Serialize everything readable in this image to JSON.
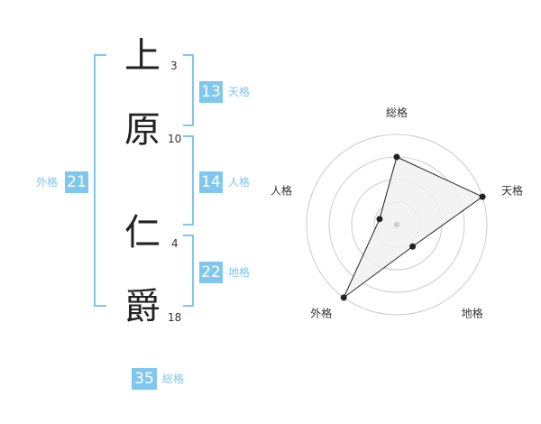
{
  "name_chars": [
    {
      "char": "上",
      "strokes": "3"
    },
    {
      "char": "原",
      "strokes": "10"
    },
    {
      "char": "仁",
      "strokes": "4"
    },
    {
      "char": "爵",
      "strokes": "18"
    }
  ],
  "ten_kaku": {
    "value": "13",
    "label": "天格"
  },
  "jin_kaku": {
    "value": "14",
    "label": "人格"
  },
  "chi_kaku": {
    "value": "22",
    "label": "地格"
  },
  "gai_kaku": {
    "value": "21",
    "label": "外格"
  },
  "so_kaku": {
    "value": "35",
    "label": "総格"
  },
  "chart_data": {
    "type": "radar",
    "axes": [
      "総格",
      "天格",
      "地格",
      "外格",
      "人格"
    ],
    "values": [
      0.75,
      1.0,
      0.3,
      1.0,
      0.2
    ],
    "rings": 4,
    "colors": {
      "line": "#222222",
      "fill": "#f0f0f0",
      "ring": "#cccccc",
      "center": "#cccccc"
    }
  }
}
